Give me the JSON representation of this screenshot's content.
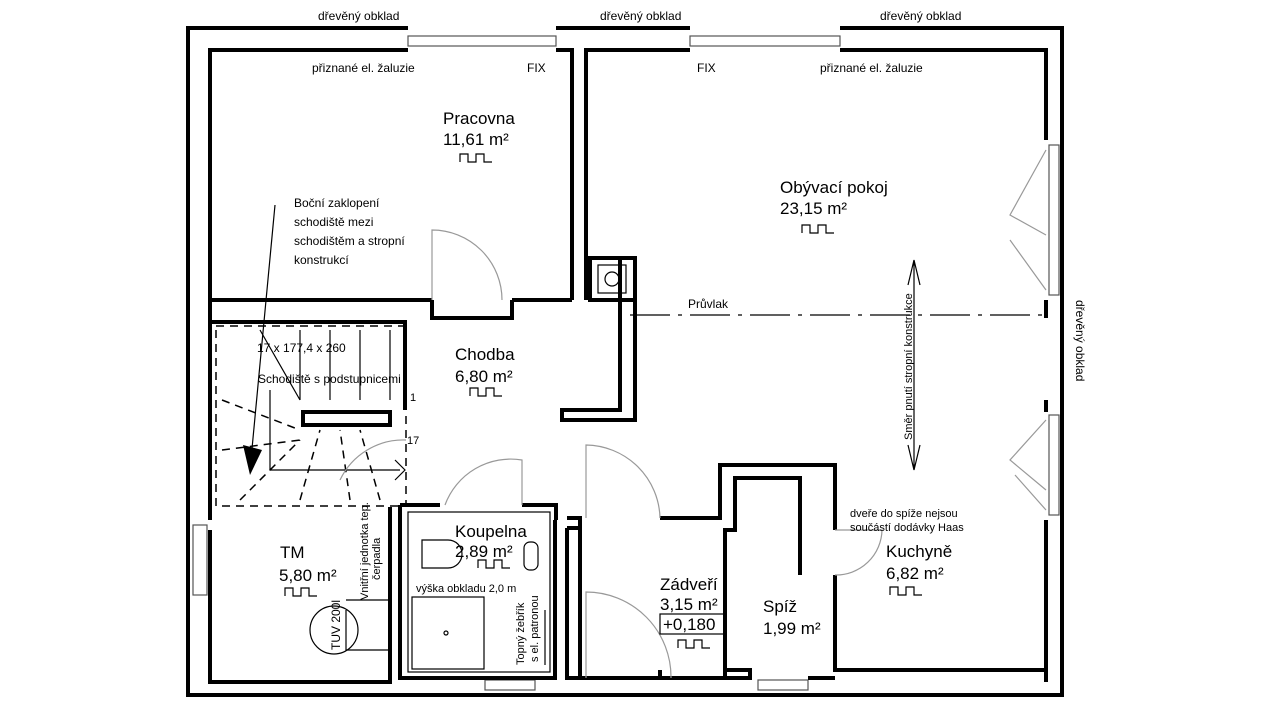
{
  "plan": {
    "exterior_labels": {
      "top_left": "dřevěný obklad",
      "top_center": "dřevěný obklad",
      "top_right": "dřevěný obklad",
      "right": "dřevěný obklad"
    },
    "annotations": {
      "blinds_left": "přiznané el. žaluzie",
      "blinds_right": "přiznané el. žaluzie",
      "fix_left": "FIX",
      "fix_right": "FIX",
      "beam": "Průvlak",
      "ceiling_span": "Směr pnutí stropní konstrukce",
      "side_cover": [
        "Boční zaklopení",
        "schodiště mezi",
        "schodištěm a stropní",
        "konstrukcí"
      ],
      "stair_dims": "17 x 177,4 x 260",
      "stair_type": "Schodiště s podstupnicemi",
      "stair_step_first": "1",
      "stair_step_last": "17",
      "heat_pump": [
        "Vnitřní jednotka tep.",
        "čerpadla"
      ],
      "boiler": "TUV 200l",
      "tile_height": "výška obkladu 2,0 m",
      "towel_rail": [
        "Topný žebřík",
        "s el. patronou"
      ],
      "pantry_door_note": [
        "dveře do spíže nejsou",
        "součástí dodávky Haas"
      ],
      "floor_level": "+0,180"
    },
    "rooms": [
      {
        "name": "Pracovna",
        "area": "11,61 m²"
      },
      {
        "name": "Obývací pokoj",
        "area": "23,15 m²"
      },
      {
        "name": "Chodba",
        "area": "6,80 m²"
      },
      {
        "name": "TM",
        "area": "5,80 m²"
      },
      {
        "name": "Koupelna",
        "area": "2,89 m²"
      },
      {
        "name": "Zádveří",
        "area": "3,15 m²"
      },
      {
        "name": "Spíž",
        "area": "1,99 m²"
      },
      {
        "name": "Kuchyně",
        "area": "6,82 m²"
      }
    ]
  }
}
